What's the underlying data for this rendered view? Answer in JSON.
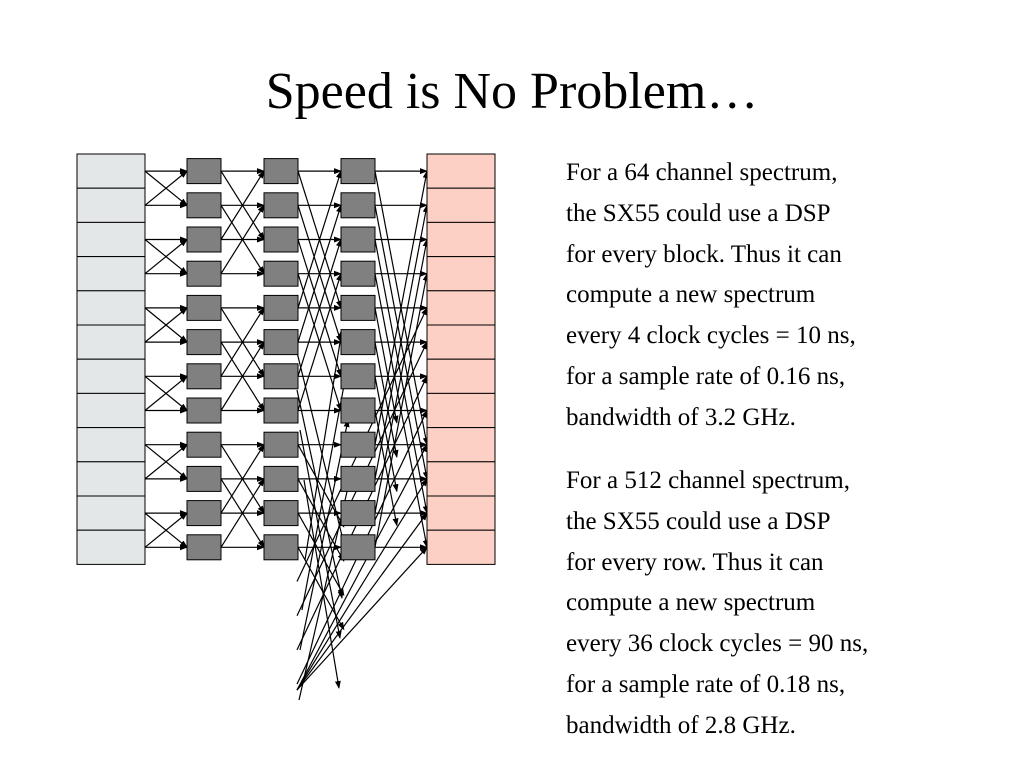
{
  "slide": {
    "title": "Speed is No Problem…",
    "paragraphs": [
      {
        "lines": [
          "For a 64 channel spectrum,",
          "the SX55 could use a DSP",
          "for every block.  Thus it can",
          "compute a new spectrum",
          "every 4 clock cycles = 10 ns,",
          "for a sample rate of 0.16 ns,",
          "bandwidth of 3.2 GHz."
        ]
      },
      {
        "lines": [
          "For a 512 channel spectrum,",
          "the SX55 could use a DSP",
          "for every row.  Thus it can",
          "compute a new spectrum",
          "every 36 clock cycles = 90 ns,",
          "for a sample rate of 0.18 ns,",
          "bandwidth of 2.8 GHz."
        ]
      }
    ]
  },
  "diagram": {
    "input_cell_count": 12,
    "output_cell_count": 12,
    "dsp_columns": 3,
    "dsp_rows": 12,
    "colors": {
      "input_fill": "#e3e7e7",
      "output_fill": "#fcd0c4",
      "dsp_fill": "#808080",
      "stroke": "#000000"
    }
  }
}
